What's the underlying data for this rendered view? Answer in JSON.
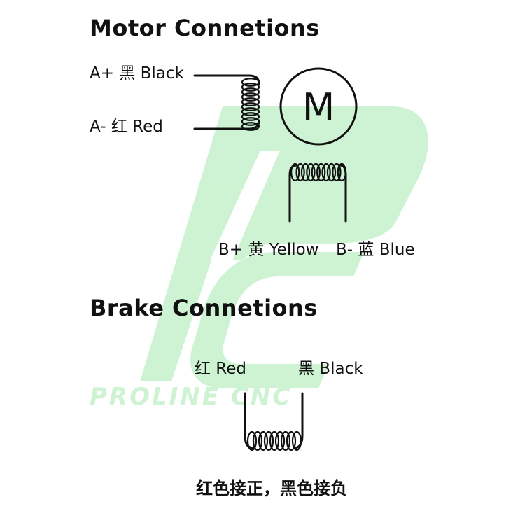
{
  "watermark": {
    "text": "PROLINE CNC",
    "color": "#c9f2cf"
  },
  "motor": {
    "title": "Motor Connetions",
    "a_plus_label": "A+ 黑 Black",
    "a_minus_label": "A- 红 Red",
    "motor_symbol": "M",
    "b_plus_label": "B+ 黄 Yellow",
    "b_minus_label": "B- 蓝 Blue"
  },
  "brake": {
    "title": "Brake Connetions",
    "red_label": "红 Red",
    "black_label": "黑 Black",
    "caption": "红色接正，黑色接负"
  },
  "icons": {
    "motor": "motor-circle-icon",
    "coil": "coil-icon"
  }
}
